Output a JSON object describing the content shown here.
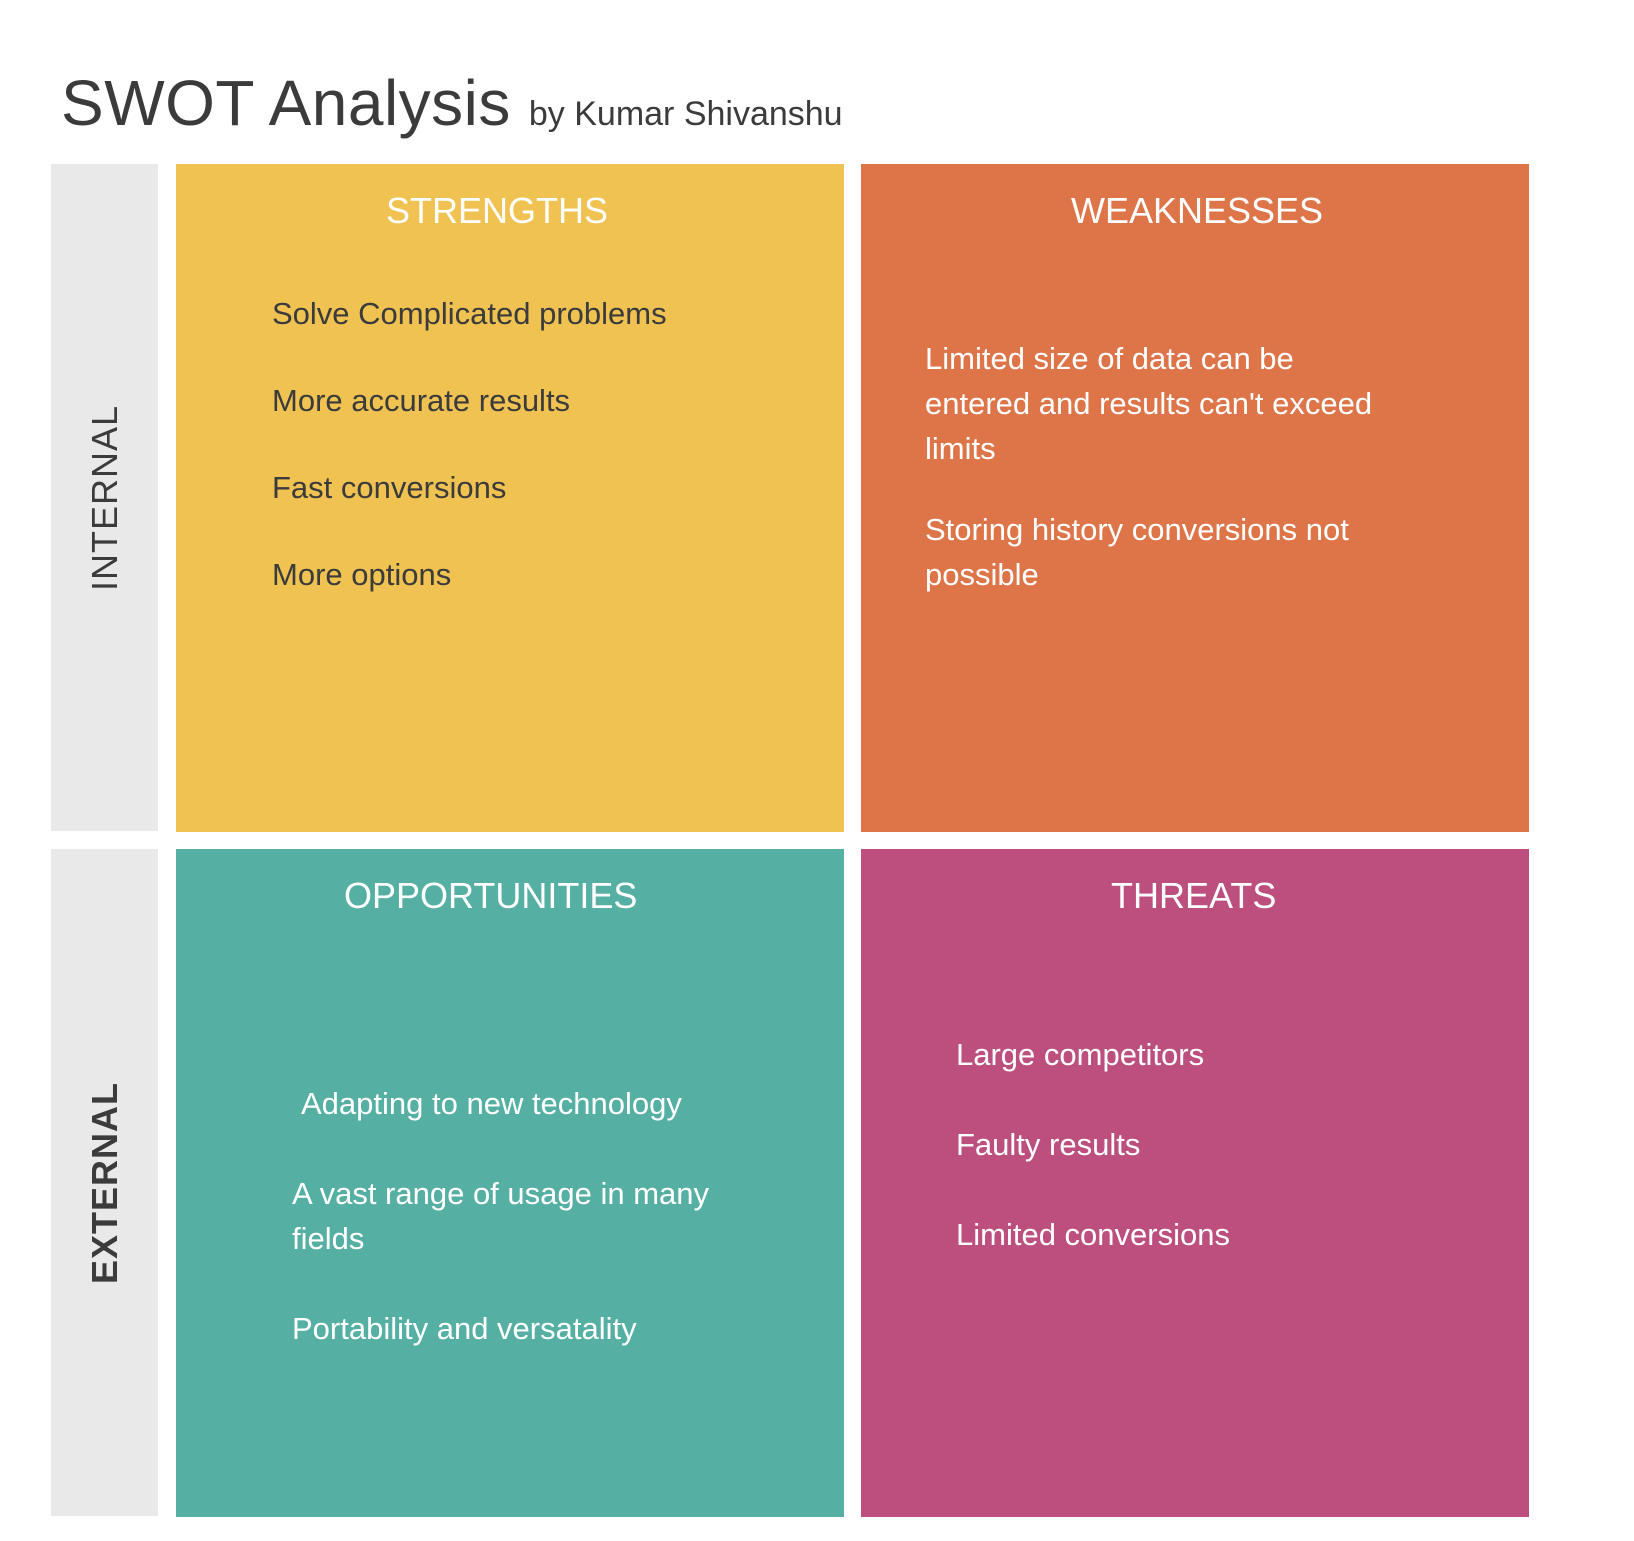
{
  "header": {
    "title": "SWOT Analysis",
    "subtitle": "by Kumar Shivanshu"
  },
  "sides": {
    "internal": "INTERNAL",
    "external": "EXTERNAL"
  },
  "quadrants": {
    "strengths": {
      "title": "STRENGTHS",
      "color": "#efc251",
      "items": [
        "Solve Complicated problems",
        "More accurate results",
        "Fast conversions",
        "More options"
      ]
    },
    "weaknesses": {
      "title": "WEAKNESSES",
      "color": "#dd7549",
      "items": [
        "Limited size of data can be entered and results can't exceed limits",
        "Storing history conversions not possible"
      ]
    },
    "opportunities": {
      "title": "OPPORTUNITIES",
      "color": "#55afa2",
      "items": [
        "Adapting to new technology",
        "A vast range of usage in many fields",
        "Portability and versatality"
      ]
    },
    "threats": {
      "title": "THREATS",
      "color": "#bc4f7d",
      "items": [
        "Large competitors",
        "Faulty results",
        "Limited conversions"
      ]
    }
  }
}
